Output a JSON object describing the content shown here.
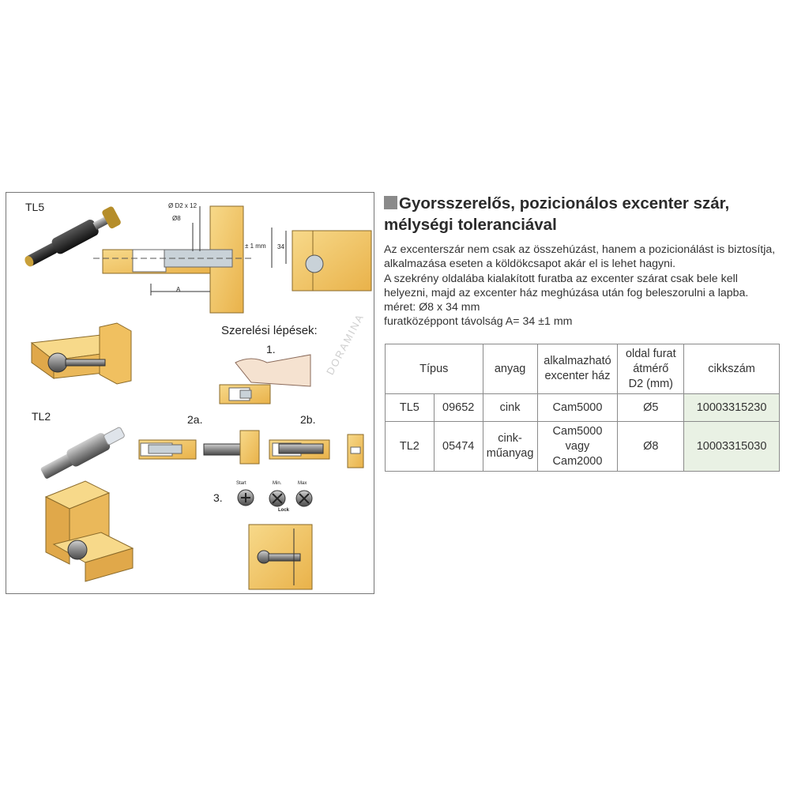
{
  "figure": {
    "tl5_label": "TL5",
    "tl2_label": "TL2",
    "dim_d2": "Ø D2 x 12",
    "dim_d8": "Ø8",
    "dim_tol": "± 1 mm",
    "dim_34": "34",
    "dim_a": "A",
    "steps_title": "Szerelési lépések:",
    "step1": "1.",
    "step2a": "2a.",
    "step2b": "2b.",
    "step3": "3.",
    "dial_start": "Start",
    "dial_min": "Min.",
    "dial_max": "Max",
    "dial_lock": "Lock"
  },
  "title": {
    "line1": "Gyorsszerelős, pozicionálos excenter szár,",
    "line2": "mélységi toleranciával"
  },
  "description": [
    "Az excenterszár nem csak az összehúzást, hanem a pozicionálást is biztosítja,",
    "alkalmazása eseten a köldökcsapot akár el is lehet hagyni.",
    "A szekrény oldalába kialakított furatba az excenter szárat csak bele kell",
    "helyezni, majd az excenter ház meghúzása után fog beleszorulni a lapba.",
    "méret: Ø8 x 34 mm",
    "furatközéppont távolság A= 34 ±1 mm"
  ],
  "table": {
    "headers": {
      "tipus": "Típus",
      "anyag": "anyag",
      "haz": [
        "alkalmazható",
        "excenter ház"
      ],
      "furat": [
        "oldal furat",
        "átmérő",
        "D2 (mm)"
      ],
      "cikk": "cikkszám"
    },
    "rows": [
      {
        "tipus": "TL5",
        "kod": "09652",
        "anyag": [
          "cink"
        ],
        "haz": [
          "Cam5000"
        ],
        "furat": "Ø5",
        "cikk": "10003315230"
      },
      {
        "tipus": "TL2",
        "kod": "05474",
        "anyag": [
          "cink-",
          "műanyag"
        ],
        "haz": [
          "Cam5000",
          "vagy",
          "Cam2000"
        ],
        "furat": "Ø8",
        "cikk": "10003315030"
      }
    ]
  },
  "watermark": "DORAMINA",
  "colors": {
    "wood": "#f3c35d",
    "wood_dark": "#d8a13a",
    "metal": "#8c8c8c",
    "cell_green": "#e9f1e4"
  }
}
